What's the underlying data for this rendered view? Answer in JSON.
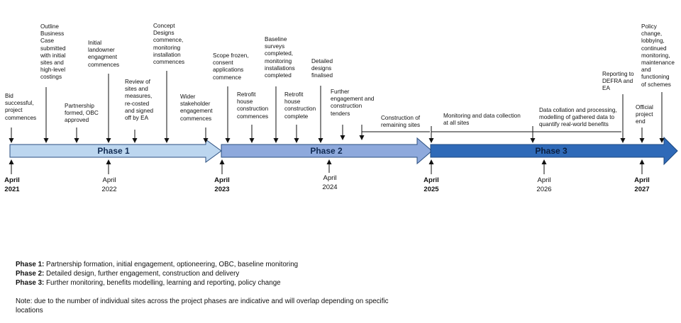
{
  "phases": [
    {
      "label": "Phase 1",
      "color": "#bcd6ef"
    },
    {
      "label": "Phase 2",
      "color": "#8ea9dc"
    },
    {
      "label": "Phase 3",
      "color": "#2f6ab8"
    }
  ],
  "milestones": {
    "bid": "Bid\nsuccessful,\nproject\ncommences",
    "obc": "Outline\nBusiness\nCase\nsubmitted\nwith initial\nsites and\nhigh-level\ncostings",
    "partnership": "Partnership\nformed, OBC\napproved",
    "landowner": "Initial\nlandowner\nengagment\ncommences",
    "review": "Review of\nsites and\nmeasures,\nre-costed\nand signed\noff by EA",
    "concept": "Concept\nDesigns\ncommence,\nmonitoring\ninstallation\ncommences",
    "wider": "Wider\nstakeholder\nengagement\ncommences",
    "scope": "Scope frozen,\nconsent\napplications\ncommence",
    "retrofit_commence": "Retrofit\nhouse\nconstruction\ncommences",
    "baseline": "Baseline\nsurveys\ncompleted,\nmonitoring\ninstallations\ncompleted",
    "retrofit_complete": "Retrofit\nhouse\nconstruction\ncomplete",
    "detailed": "Detailed\ndesigns\nfinalised",
    "tenders": "Further\nengagement and\nconstruction\ntenders",
    "construction_remaining": "Construction of\nremaining sites",
    "monitoring": "Monitoring and data collection\nat all sites",
    "data_collation": "Data collation and processing,\nmodelling of gathered data to\nquantify real-world benefits",
    "reporting": "Reporting to\nDEFRA and\nEA",
    "official_end": "Official\nproject\nend",
    "policy": "Policy\nchange,\nlobbying,\ncontinued\nmonitoring,\nmaintenance\nand\nfunctioning\nof schemes"
  },
  "dates": {
    "april2021": "April\n2021",
    "april2022": "April\n2022",
    "april2023": "April\n2023",
    "april2024": "April\n2024",
    "april2025": "April\n2025",
    "april2026": "April\n2026",
    "april2027": "April\n2027"
  },
  "legend": {
    "phase1_name": "Phase 1:",
    "phase1_desc": " Partnership formation, initial engagement, optioneering, OBC, baseline monitoring",
    "phase2_name": "Phase 2:",
    "phase2_desc": " Detailed design, further engagement, construction and delivery",
    "phase3_name": "Phase 3:",
    "phase3_desc": " Further monitoring, benefits modelling, learning and reporting, policy change"
  },
  "note": "Note: due to the number of individual sites across the project phases are indicative and will overlap depending on specific locations"
}
